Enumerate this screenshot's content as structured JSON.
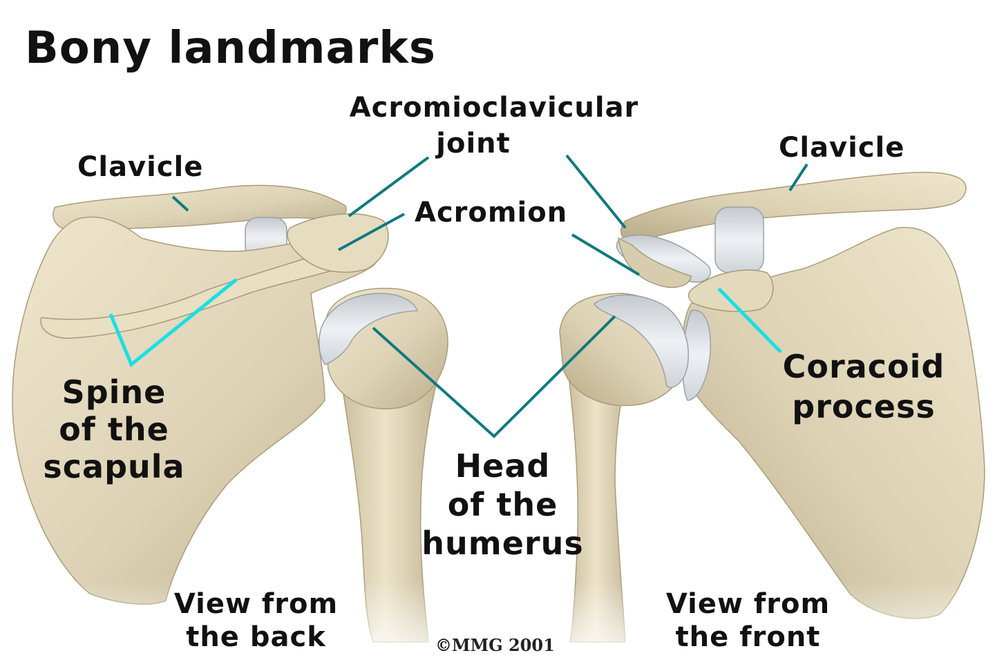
{
  "title": "Bony landmarks",
  "labels": {
    "clavicle_back": "Clavicle",
    "ac_joint_line1": "Acromioclavicular",
    "ac_joint_line2": "joint",
    "acromion": "Acromion",
    "clavicle_front": "Clavicle",
    "spine_line1": "Spine",
    "spine_line2": "of the",
    "spine_line3": "scapula",
    "coracoid_line1": "Coracoid",
    "coracoid_line2": "process",
    "head_line1": "Head",
    "head_line2": "of the",
    "head_line3": "humerus",
    "view_back_line1": "View from",
    "view_back_line2": "the back",
    "view_front_line1": "View from",
    "view_front_line2": "the front"
  },
  "copyright": "©MMG 2001",
  "colors": {
    "bone": "#e2d8bf",
    "bone_shadow": "#b8ab88",
    "cartilage": "#d8dde2",
    "leader_cyan": "#17e0e6",
    "leader_teal": "#0e7a80",
    "text": "#111111"
  }
}
